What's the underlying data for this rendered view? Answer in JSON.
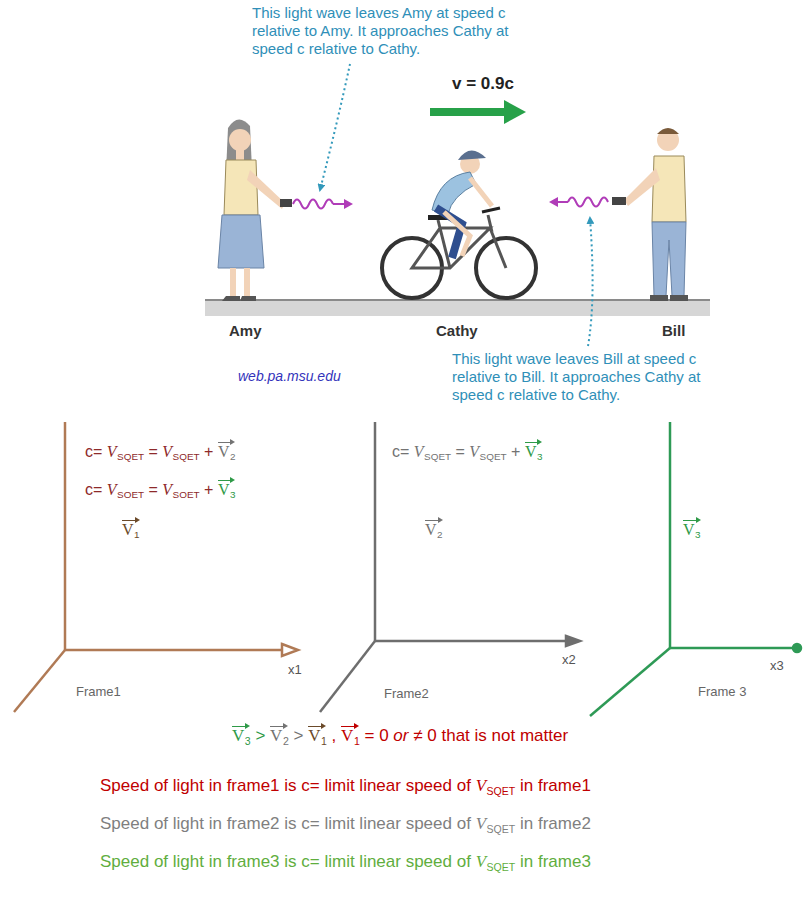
{
  "diagram": {
    "labels": [
      "This light wave leaves Amy at speed c relative to Amy. It approaches Cathy at speed c relative to Cathy.",
      "v = 0.9c",
      "Amy",
      "Cathy",
      "Bill",
      "web.pa.msu.edu",
      "This light wave leaves Bill at speed c relative to Bill. It approaches Cathy at speed c relative to Cathy.",
      "c=",
      "V",
      "SQET",
      "=",
      "V",
      "SQET",
      "+",
      "V",
      "2",
      "c=",
      "V",
      "SOET",
      "=",
      "V",
      "SOET",
      "+",
      "V",
      "3",
      "V",
      "1",
      "x1",
      "Frame1",
      "c=",
      "V",
      "SQET",
      "=",
      "V",
      "SQET",
      "+",
      "V",
      "3",
      "V",
      "2",
      "x2",
      "Frame2",
      "V",
      "3",
      "x3",
      "Frame 3",
      "V",
      "3",
      ">",
      "V",
      "2",
      ">",
      "V",
      "1",
      ",",
      "V",
      "1",
      "= 0",
      "or",
      "≠ 0 that is not matter",
      "Speed of light in frame1 is c= limit linear speed of",
      "V",
      "SQET",
      "in frame1",
      "Speed of light in frame2 is c= limit linear speed of",
      "V",
      "SQET",
      "in frame2",
      "Speed of light in frame3 is c= limit linear speed of",
      "V",
      "SQET",
      "in frame3"
    ]
  }
}
